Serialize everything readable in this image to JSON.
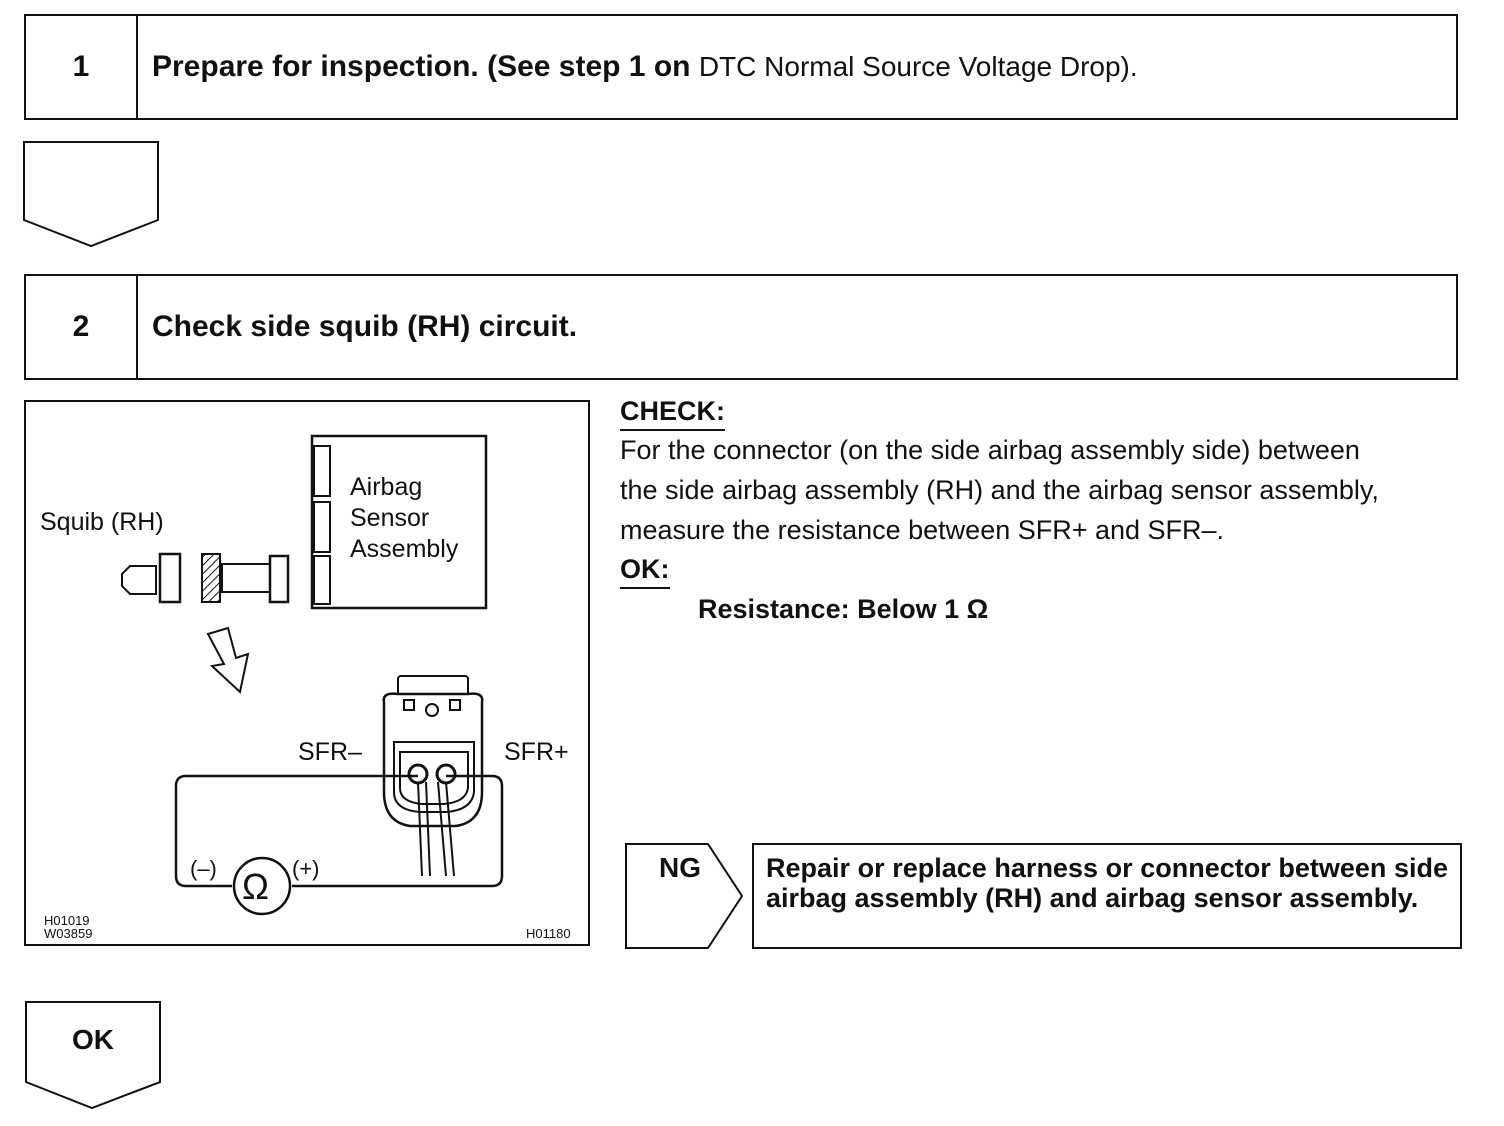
{
  "step1": {
    "number": "1",
    "title": "Prepare for inspection. (See step 1 on",
    "reference": "DTC Normal Source Voltage Drop)."
  },
  "step2": {
    "number": "2",
    "title": "Check side squib (RH) circuit."
  },
  "figure": {
    "squib_label": "Squib (RH)",
    "sensor_label": [
      "Airbag",
      "Sensor",
      "Assembly"
    ],
    "terminal_minus": "SFR–",
    "terminal_plus": "SFR+",
    "meter_minus": "(–)",
    "meter_plus": "(+)",
    "meter_symbol": "Ω",
    "code_left": [
      "H01019",
      "W03859"
    ],
    "code_right": "H01180"
  },
  "check": {
    "heading": "CHECK:",
    "text": [
      "For the connector (on the side airbag assembly side) between",
      "the side airbag assembly (RH) and the airbag sensor assembly,",
      "measure the resistance between SFR+ and SFR–."
    ],
    "ok_heading": "OK:",
    "spec": "Resistance: Below 1 Ω"
  },
  "ng": {
    "label": "NG",
    "action": "Repair or replace harness or connector between side airbag assembly (RH) and airbag sensor assembly."
  },
  "ok_result": {
    "label": "OK"
  }
}
